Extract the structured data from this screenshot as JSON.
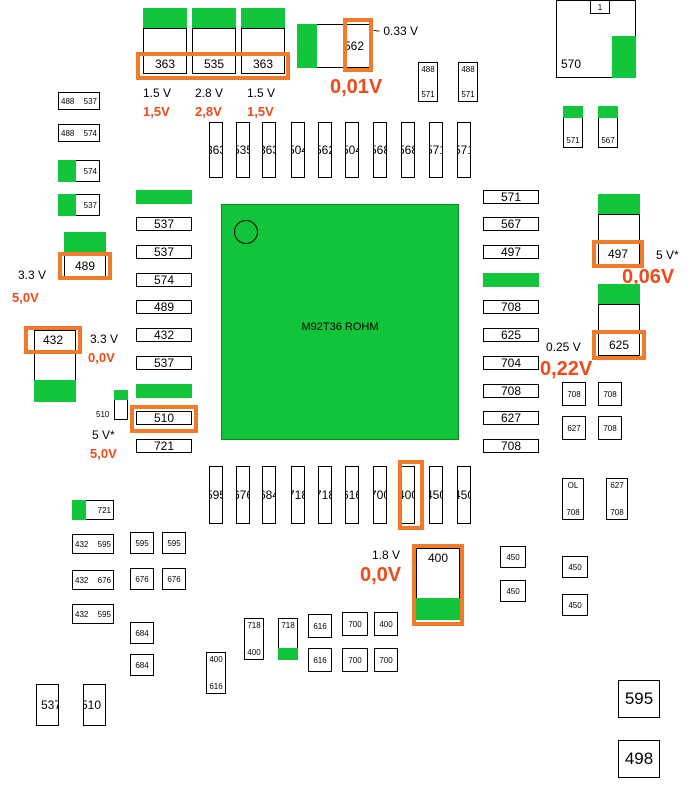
{
  "chip": {
    "name": "M92T36 ROHM"
  },
  "top_row": {
    "c1": "363",
    "c2": "535",
    "c3": "363",
    "c4": "562"
  },
  "top_small": {
    "a1": "488",
    "a2": "571",
    "b1": "488",
    "b2": "571"
  },
  "top_right": {
    "v570": "570",
    "v1": "1"
  },
  "top_vertical": [
    "363",
    "535",
    "363",
    "504",
    "562",
    "504",
    "568",
    "568",
    "571",
    "571"
  ],
  "bottom_vertical": [
    "595",
    "676",
    "684",
    "718",
    "718",
    "616",
    "700",
    "400",
    "450",
    "450"
  ],
  "left_col": [
    "537",
    "537",
    "574",
    "489",
    "432",
    "537",
    "510",
    "721"
  ],
  "right_col": [
    "571",
    "567",
    "497",
    "708",
    "625",
    "704",
    "708",
    "627",
    "708"
  ],
  "left_small": [
    "488",
    "537",
    "488",
    "574",
    "574",
    "537"
  ],
  "right_small_top": [
    "571",
    "567"
  ],
  "right_pads": {
    "p497": "497",
    "p625": "625"
  },
  "left_pads": {
    "p489": "489",
    "p432": "432",
    "p510s": "510",
    "p721": "721"
  },
  "right_grid": [
    "708",
    "708",
    "627",
    "708",
    "OL",
    "627",
    "708",
    "708"
  ],
  "bottom_left": [
    "432",
    "595",
    "595",
    "595",
    "432",
    "676",
    "676",
    "676",
    "432",
    "595",
    "684",
    "684"
  ],
  "bottom_left_big": [
    "537",
    "510"
  ],
  "bottom_mid": [
    "718",
    "400",
    "718",
    "616",
    "700",
    "400",
    "616",
    "700",
    "700",
    "400",
    "616"
  ],
  "bottom_right": [
    "450",
    "450",
    "450",
    "450",
    "595",
    "498",
    "400"
  ],
  "labels": {
    "v033": "~ 0.33 V",
    "v001": "0,01V",
    "v15a": "1.5 V",
    "v15a_r": "1,5V",
    "v28": "2.8 V",
    "v28_r": "2,8V",
    "v15b": "1.5 V",
    "v15b_r": "1,5V",
    "v33a": "3.3 V",
    "v50a": "5,0V",
    "v33b": "3.3 V",
    "v00a": "0,0V",
    "v5a": "5 V*",
    "v50b": "5,0V",
    "v5b": "5 V*",
    "v006": "0,06V",
    "v025": "0.25 V",
    "v022": "0,22V",
    "v18": "1.8 V",
    "v00b": "0,0V"
  },
  "colors": {
    "pad_green": "#12c43a",
    "highlight": "#f07b2a",
    "measured": "#f04a1a"
  }
}
